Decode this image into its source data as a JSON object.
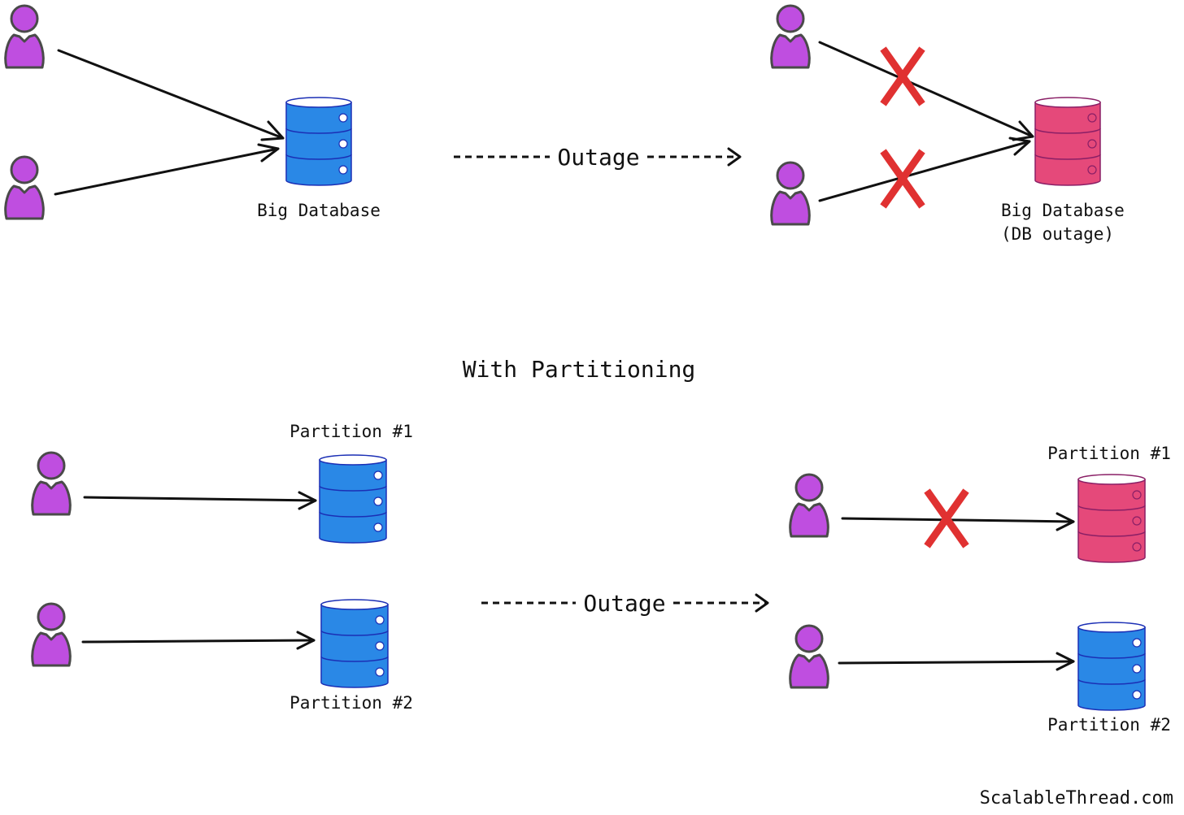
{
  "colors": {
    "user": "#bf4ee0",
    "user_stroke": "#4a4a4a",
    "db_ok": "#2a88e6",
    "db_ok_stroke": "#1b2fb5",
    "db_down": "#e5497a",
    "db_down_stroke": "#8a1f66",
    "cross": "#e03131",
    "line": "#111111"
  },
  "icons": {
    "user": "person-icon",
    "database": "database-icon",
    "failure": "cross-icon"
  },
  "top_left": {
    "db_label": "Big Database"
  },
  "top_flow": {
    "label": "Outage"
  },
  "top_right": {
    "db_label_line1": "Big Database",
    "db_label_line2": "(DB outage)"
  },
  "section": {
    "title": "With Partitioning"
  },
  "bottom_left": {
    "partition1_label": "Partition #1",
    "partition2_label": "Partition #2"
  },
  "bottom_flow": {
    "label": "Outage"
  },
  "bottom_right": {
    "partition1_label": "Partition #1",
    "partition2_label": "Partition #2"
  },
  "footer": {
    "credit": "ScalableThread.com"
  }
}
